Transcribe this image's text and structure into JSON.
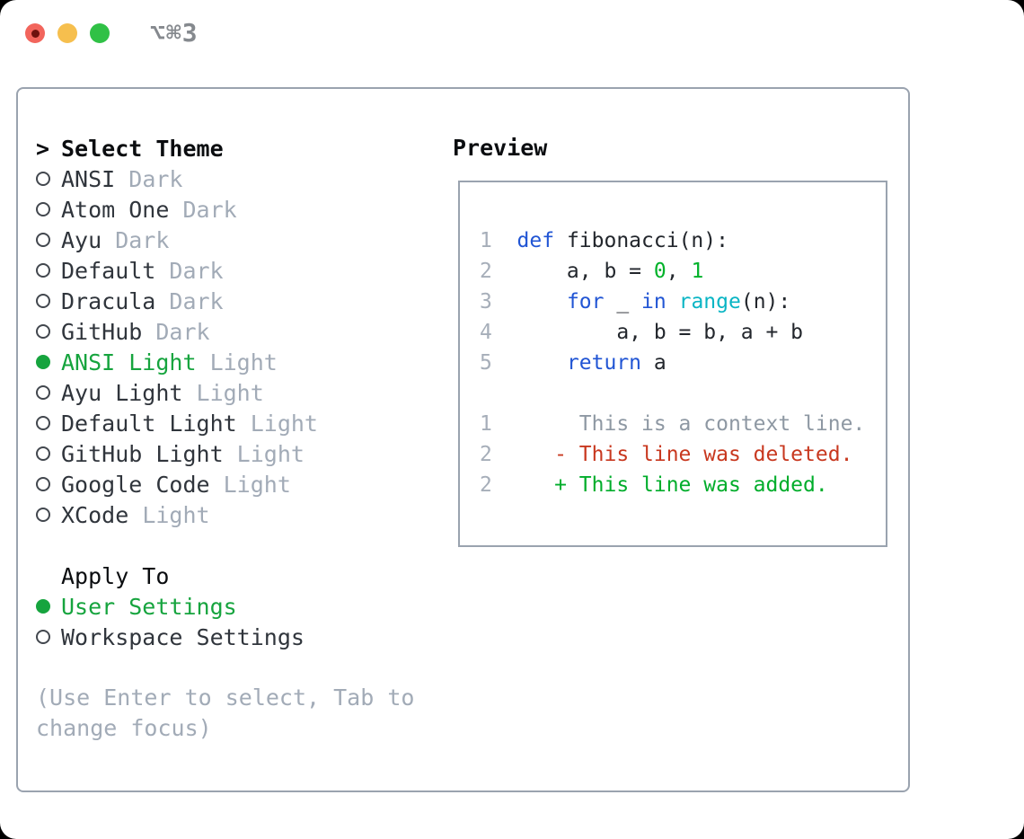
{
  "colors": {
    "accent_green": "#16a43e",
    "keyword_blue": "#2155d4",
    "number_green": "#00b22a",
    "builtin_cyan": "#0ab5c4",
    "deleted_red": "#c8381f",
    "added_green": "#00ad2b",
    "muted_gray": "#a2abb7",
    "line_number_gray": "#a6aeb9",
    "context_gray": "#8e98a3",
    "border_gray": "#9aa3af",
    "text_dark": "#30353c",
    "text_black": "#0b0d10",
    "code_plain": "#22262c",
    "traffic_red": "#f2655c",
    "traffic_red_dot": "#6d120e",
    "traffic_yellow": "#f6bf4e",
    "traffic_green": "#30c146"
  },
  "titlebar": {
    "shortcut_label": "⌥⌘3"
  },
  "theme_panel": {
    "prompt": ">",
    "title": "Select Theme",
    "themes": [
      {
        "name": "ANSI",
        "variant": "Dark",
        "selected": false
      },
      {
        "name": "Atom One",
        "variant": "Dark",
        "selected": false
      },
      {
        "name": "Ayu",
        "variant": "Dark",
        "selected": false
      },
      {
        "name": "Default",
        "variant": "Dark",
        "selected": false
      },
      {
        "name": "Dracula",
        "variant": "Dark",
        "selected": false
      },
      {
        "name": "GitHub",
        "variant": "Dark",
        "selected": false
      },
      {
        "name": "ANSI Light",
        "variant": "Light",
        "selected": true
      },
      {
        "name": "Ayu Light",
        "variant": "Light",
        "selected": false
      },
      {
        "name": "Default Light",
        "variant": "Light",
        "selected": false
      },
      {
        "name": "GitHub Light",
        "variant": "Light",
        "selected": false
      },
      {
        "name": "Google Code",
        "variant": "Light",
        "selected": false
      },
      {
        "name": "XCode",
        "variant": "Light",
        "selected": false
      }
    ],
    "apply_to": {
      "title": "Apply To",
      "options": [
        {
          "label": "User Settings",
          "selected": true
        },
        {
          "label": "Workspace Settings",
          "selected": false
        }
      ]
    },
    "hint_lines": [
      "(Use Enter to select, Tab to",
      "change focus)"
    ]
  },
  "preview_panel": {
    "title": "Preview",
    "lines": [
      {
        "n": "1",
        "t": [
          [
            "def",
            "kw"
          ],
          [
            " fibonacci(n):",
            "pl"
          ]
        ]
      },
      {
        "n": "2",
        "t": [
          [
            "    a, b = ",
            "pl"
          ],
          [
            "0",
            "num"
          ],
          [
            ", ",
            "pl"
          ],
          [
            "1",
            "num"
          ]
        ]
      },
      {
        "n": "3",
        "t": [
          [
            "    ",
            "pl"
          ],
          [
            "for",
            "kw"
          ],
          [
            " _ ",
            "pl"
          ],
          [
            "in",
            "kw"
          ],
          [
            " ",
            "pl"
          ],
          [
            "range",
            "fn"
          ],
          [
            "(n):",
            "pl"
          ]
        ]
      },
      {
        "n": "4",
        "t": [
          [
            "        a, b = b, a + b",
            "pl"
          ]
        ]
      },
      {
        "n": "5",
        "t": [
          [
            "    ",
            "pl"
          ],
          [
            "return",
            "kw"
          ],
          [
            " a",
            "pl"
          ]
        ]
      },
      {
        "n": "",
        "t": []
      },
      {
        "n": "1",
        "t": [
          [
            "     This is a context line.",
            "ctx"
          ]
        ]
      },
      {
        "n": "2",
        "t": [
          [
            "   - This line was deleted.",
            "del"
          ]
        ]
      },
      {
        "n": "2",
        "t": [
          [
            "   + This line was added.",
            "add"
          ]
        ]
      }
    ]
  }
}
